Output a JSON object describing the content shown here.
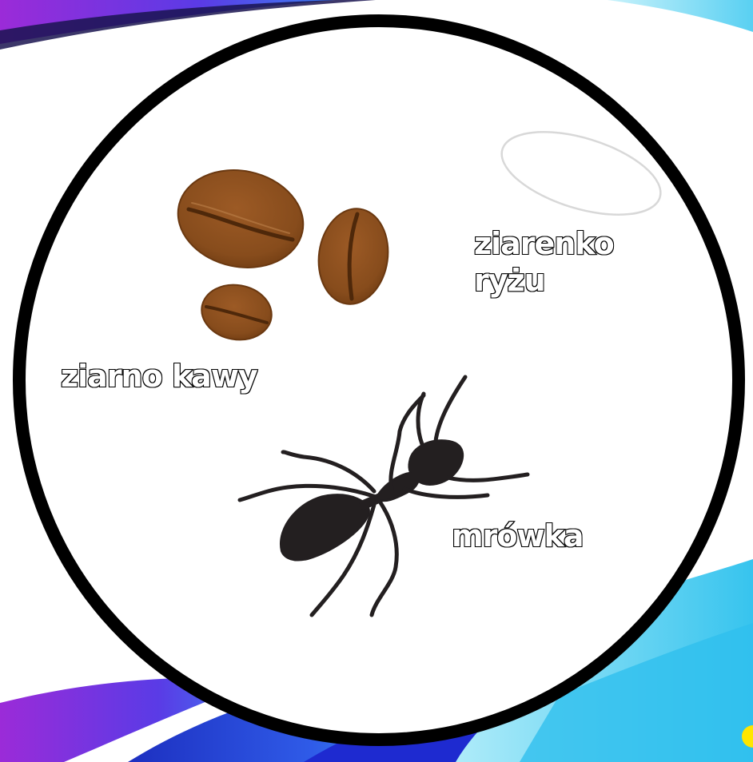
{
  "labels": {
    "rice_line1": "ziarenko",
    "rice_line2": "ryżu",
    "coffee": "ziarno kawy",
    "ant": "mrówka"
  },
  "colors": {
    "circle_outline": "#000000",
    "coffee_bean": "#8a4f1e",
    "coffee_bean_dark": "#5a2f0c",
    "ant": "#231f20",
    "rice_outline": "#d8d8d8",
    "wave_purple": "#7a2ad8",
    "wave_blue": "#2f4fe0",
    "wave_cyan": "#35c8ee"
  },
  "icons": [
    "coffee-bean-icon",
    "rice-grain-icon",
    "ant-icon"
  ]
}
